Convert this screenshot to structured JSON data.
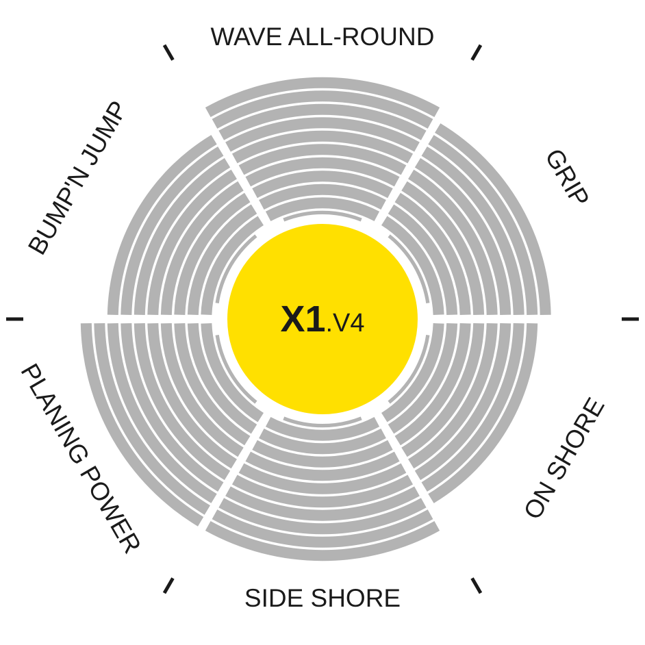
{
  "chart_data": {
    "type": "radial",
    "center": {
      "model": "X1",
      "version": ".V4"
    },
    "max_value": 10,
    "categories": [
      "WAVE ALL-ROUND",
      "GRIP",
      "ON SHORE",
      "SIDE SHORE",
      "PLANING POWER",
      "BUMP'N JUMP"
    ],
    "values": [
      10,
      9,
      8,
      10,
      10,
      8
    ],
    "colors": {
      "segment": "#b3b3b3",
      "center": "#ffe000",
      "ticks": "#1a1a1a",
      "gap": "#ffffff"
    }
  }
}
